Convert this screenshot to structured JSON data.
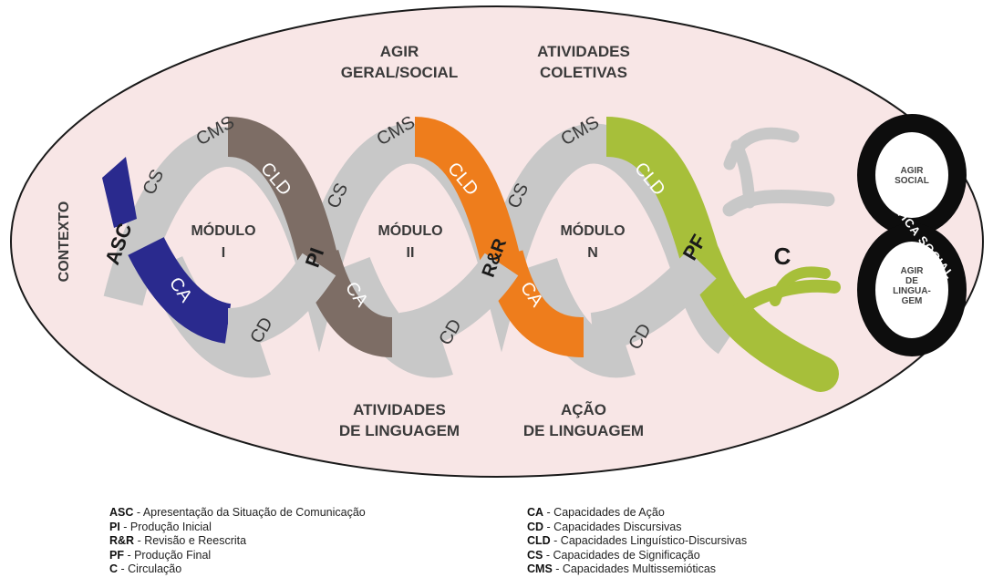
{
  "labels": {
    "contexto": "CONTEXTO",
    "agir_geral": [
      "AGIR",
      "GERAL/SOCIAL"
    ],
    "atividades_coletivas": [
      "ATIVIDADES",
      "COLETIVAS"
    ],
    "atividades_linguagem": [
      "ATIVIDADES",
      "DE LINGUAGEM"
    ],
    "acao_linguagem": [
      "AÇÃO",
      "DE LINGUAGEM"
    ],
    "modulo_1": [
      "MÓDULO",
      "I"
    ],
    "modulo_2": [
      "MÓDULO",
      "II"
    ],
    "modulo_n": [
      "MÓDULO",
      "N"
    ],
    "asc": "ASC",
    "pi": "PI",
    "rr": "R&R",
    "pf": "PF",
    "c": "C",
    "cms": "CMS",
    "cs": "CS",
    "cld": "CLD",
    "ca": "CA",
    "cd": "CD"
  },
  "infinity": {
    "agir_social": [
      "AGIR",
      "SOCIAL"
    ],
    "agir_linguagem": [
      "AGIR",
      "DE",
      "LINGUA-",
      "GEM"
    ],
    "pratica_social": "PRÁTICA SOCIAL"
  },
  "legend": {
    "left": [
      {
        "abbr": "ASC",
        "desc": " - Apresentação da Situação de Comunicação"
      },
      {
        "abbr": "PI",
        "desc": " - Produção Inicial"
      },
      {
        "abbr": "R&R",
        "desc": " - Revisão e Reescrita"
      },
      {
        "abbr": "PF",
        "desc": " - Produção Final"
      },
      {
        "abbr": "C",
        "desc": " - Circulação"
      }
    ],
    "right": [
      {
        "abbr": "CA",
        "desc": " - Capacidades de Ação"
      },
      {
        "abbr": "CD",
        "desc": " - Capacidades Discursivas"
      },
      {
        "abbr": "CLD",
        "desc": " - Capacidades Linguístico-Discursivas"
      },
      {
        "abbr": "CS",
        "desc": " - Capacidades de Significação"
      },
      {
        "abbr": "CMS",
        "desc": " - Capacidades Multissemióticas"
      }
    ]
  },
  "colors": {
    "ellipse_fill": "#f8e6e6",
    "ribbon_gray": "#c8c8c8",
    "ribbon_dark": "#808080",
    "ribbon_brown": "#7d6d65",
    "ribbon_orange": "#ee7d1c",
    "ribbon_green": "#a7bf3a",
    "asc_blue": "#2a2a8e",
    "infinity": "#0d0d0d"
  }
}
